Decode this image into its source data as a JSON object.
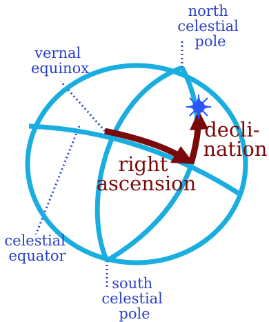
{
  "labels": {
    "north_pole": [
      "north",
      "celestial",
      "pole"
    ],
    "vernal_equinox": [
      "vernal",
      "equinox"
    ],
    "celestial_equator": [
      "celestial",
      "equator"
    ],
    "south_pole": [
      "south",
      "celestial",
      "pole"
    ],
    "declination": [
      "decli-",
      "nation"
    ],
    "right_ascension": [
      "right",
      "ascension"
    ]
  },
  "colors": {
    "sphere": "#1aaee0",
    "label_blue": "#2a3fc8",
    "arrow": "#7a0a0a",
    "star": "#2a55ff"
  },
  "icons": {
    "star": "star-icon"
  }
}
